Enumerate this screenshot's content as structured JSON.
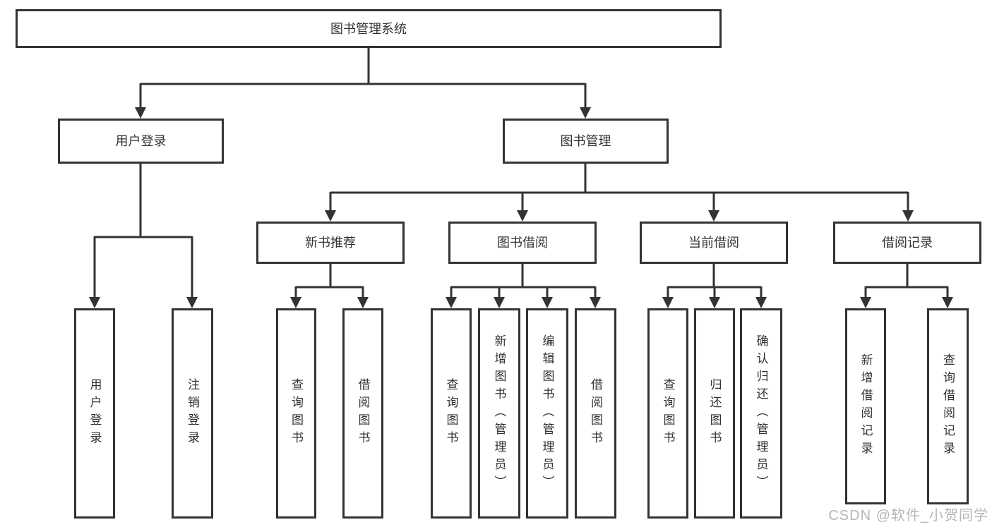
{
  "diagram": {
    "title": "图书管理系统",
    "watermark": "CSDN @软件_小贺同学",
    "colors": {
      "line": "#333333",
      "text": "#333333",
      "watermark": "#b8b5b5",
      "background": "#ffffff"
    },
    "tree": {
      "root": {
        "label": "图书管理系统"
      },
      "branches": [
        {
          "label": "用户登录",
          "children": [
            {
              "label": "用户登录"
            },
            {
              "label": "注销登录"
            }
          ]
        },
        {
          "label": "图书管理",
          "children": [
            {
              "label": "新书推荐",
              "children": [
                {
                  "label": "查询图书"
                },
                {
                  "label": "借阅图书"
                }
              ]
            },
            {
              "label": "图书借阅",
              "children": [
                {
                  "label": "查询图书"
                },
                {
                  "label": "新增图书（管理员）"
                },
                {
                  "label": "编辑图书（管理员）"
                },
                {
                  "label": "借阅图书"
                }
              ]
            },
            {
              "label": "当前借阅",
              "children": [
                {
                  "label": "查询图书"
                },
                {
                  "label": "归还图书"
                },
                {
                  "label": "确认归还（管理员）"
                }
              ]
            },
            {
              "label": "借阅记录",
              "children": [
                {
                  "label": "新增借阅记录"
                },
                {
                  "label": "查询借阅记录"
                }
              ]
            }
          ]
        }
      ]
    }
  }
}
